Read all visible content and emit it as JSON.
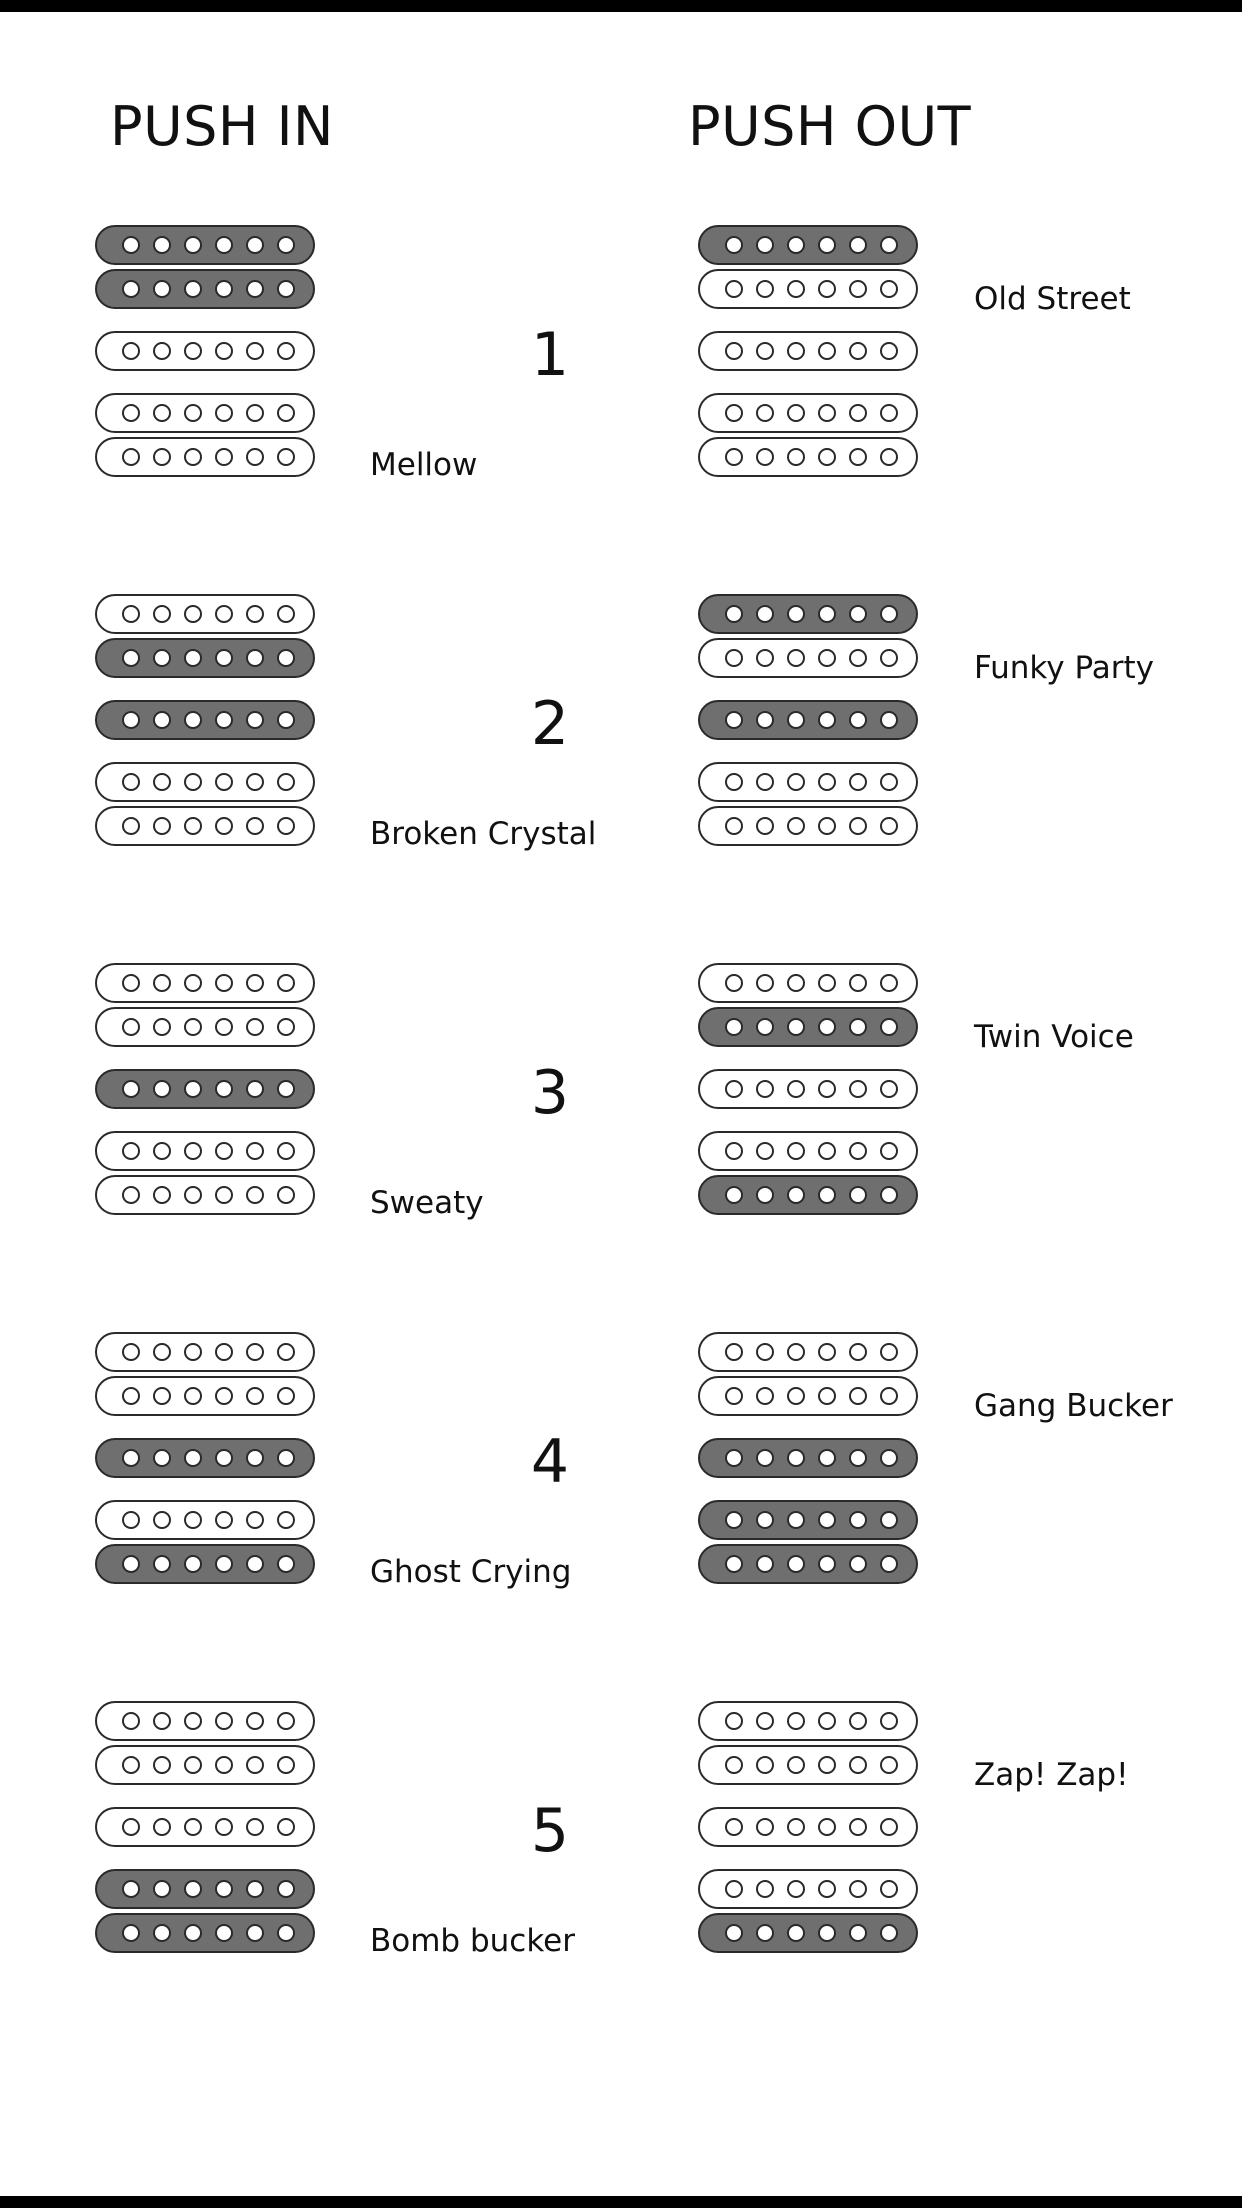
{
  "headings": {
    "push_in": "PUSH IN",
    "push_out": "PUSH OUT"
  },
  "colors": {
    "active_coil": "#6f6f6f",
    "inactive_coil": "#ffffff",
    "outline": "#2a2a2a"
  },
  "rows": [
    {
      "number": "1",
      "push_in": {
        "name": "Mellow",
        "active": [
          1,
          1,
          0,
          0,
          0
        ]
      },
      "push_out": {
        "name": "Old Street",
        "active": [
          1,
          0,
          0,
          0,
          0
        ]
      }
    },
    {
      "number": "2",
      "push_in": {
        "name": "Broken Crystal",
        "active": [
          0,
          1,
          1,
          0,
          0
        ]
      },
      "push_out": {
        "name": "Funky Party",
        "active": [
          1,
          0,
          1,
          0,
          0
        ]
      }
    },
    {
      "number": "3",
      "push_in": {
        "name": "Sweaty",
        "active": [
          0,
          0,
          1,
          0,
          0
        ]
      },
      "push_out": {
        "name": "Twin Voice",
        "active": [
          0,
          1,
          0,
          0,
          1
        ]
      }
    },
    {
      "number": "4",
      "push_in": {
        "name": "Ghost Crying",
        "active": [
          0,
          0,
          1,
          0,
          1
        ]
      },
      "push_out": {
        "name": "Gang Bucker",
        "active": [
          0,
          0,
          1,
          1,
          1
        ]
      }
    },
    {
      "number": "5",
      "push_in": {
        "name": "Bomb bucker",
        "active": [
          0,
          0,
          0,
          1,
          1
        ]
      },
      "push_out": {
        "name": "Zap! Zap!",
        "active": [
          0,
          0,
          0,
          0,
          1
        ]
      }
    }
  ]
}
